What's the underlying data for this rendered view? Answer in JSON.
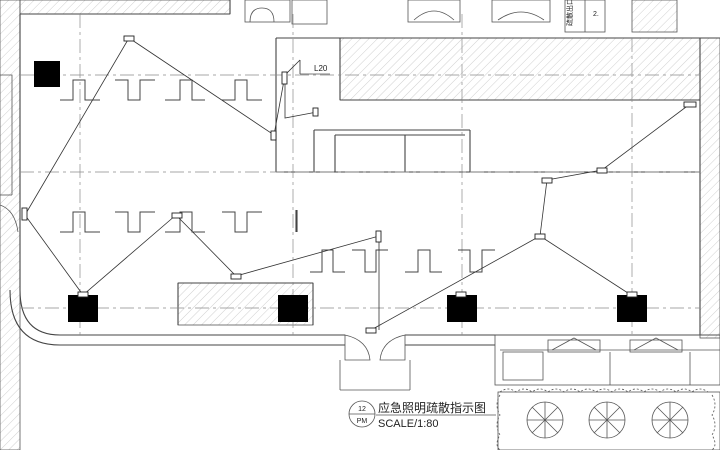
{
  "drawing": {
    "title": "应急照明疏散指示图",
    "scale": "SCALE/1:80",
    "sheet_number": "12",
    "sheet_code": "PM",
    "circuit_label": "L20",
    "top_right_notes": [
      "疏散出口",
      "2."
    ]
  }
}
